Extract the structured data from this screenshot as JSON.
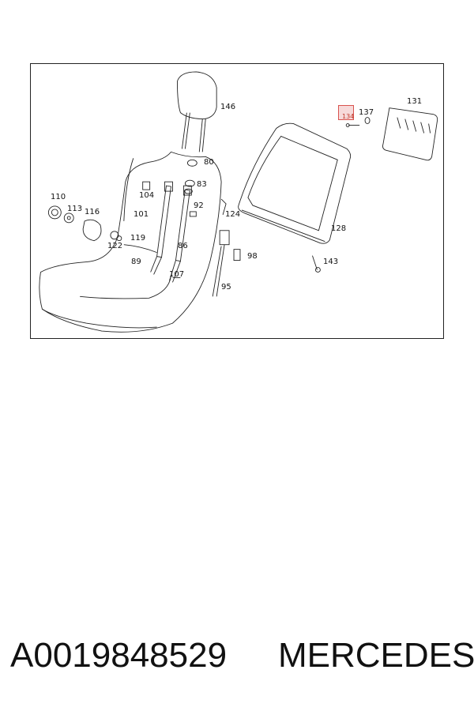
{
  "diagram": {
    "callouts": [
      {
        "id": "c146",
        "label": "146"
      },
      {
        "id": "c80",
        "label": "80"
      },
      {
        "id": "c83",
        "label": "83"
      },
      {
        "id": "c104",
        "label": "104"
      },
      {
        "id": "c92",
        "label": "92"
      },
      {
        "id": "c124",
        "label": "124"
      },
      {
        "id": "c101",
        "label": "101"
      },
      {
        "id": "c110",
        "label": "110"
      },
      {
        "id": "c113",
        "label": "113"
      },
      {
        "id": "c116",
        "label": "116"
      },
      {
        "id": "c119",
        "label": "119"
      },
      {
        "id": "c122",
        "label": "122"
      },
      {
        "id": "c89",
        "label": "89"
      },
      {
        "id": "c86",
        "label": "86"
      },
      {
        "id": "c107",
        "label": "107"
      },
      {
        "id": "c98",
        "label": "98"
      },
      {
        "id": "c95",
        "label": "95"
      },
      {
        "id": "c128",
        "label": "128"
      },
      {
        "id": "c143",
        "label": "143"
      },
      {
        "id": "c137",
        "label": "137"
      },
      {
        "id": "c131",
        "label": "131"
      }
    ],
    "highlighted_callout": "134",
    "highlight_color": "#e88a8a"
  },
  "caption": {
    "part_number": "A0019848529",
    "brand": "MERCEDES"
  }
}
